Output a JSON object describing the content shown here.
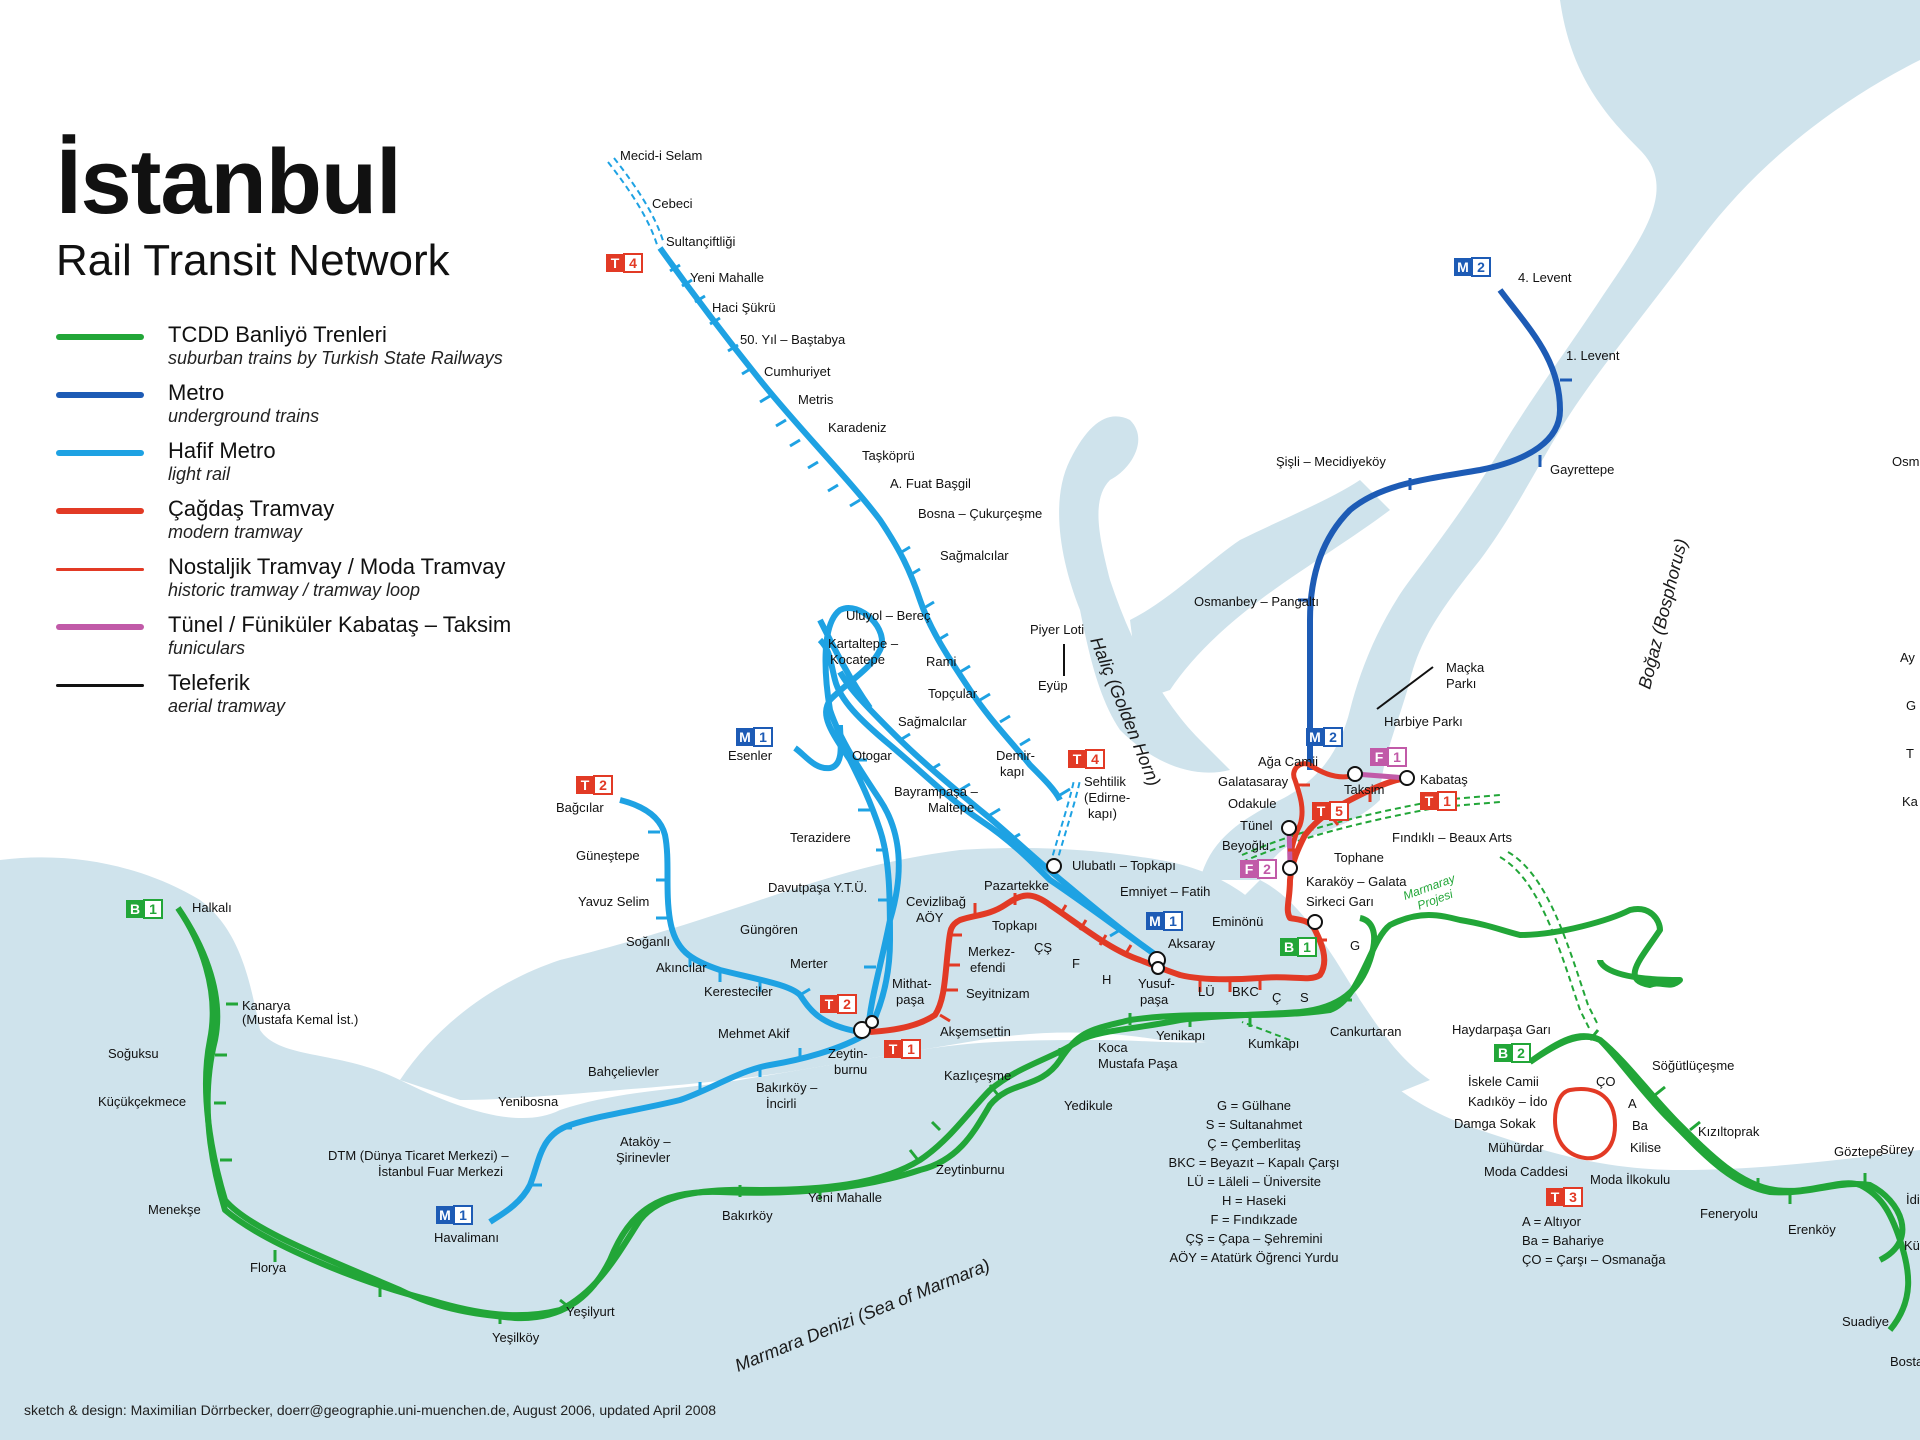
{
  "title": "İstanbul",
  "subtitle": "Rail Transit Network",
  "legend": [
    {
      "name": "TCDD Banliyö Trenleri",
      "desc": "suburban trains by Turkish State Railways",
      "color": "#22a638"
    },
    {
      "name": "Metro",
      "desc": "underground trains",
      "color": "#1d5bb5"
    },
    {
      "name": "Hafif Metro",
      "desc": "light rail",
      "color": "#1ea2e3"
    },
    {
      "name": "Çağdaş Tramvay",
      "desc": "modern tramway",
      "color": "#e23a25"
    },
    {
      "name": "Nostaljik Tramvay / Moda Tramvay",
      "desc": "historic tramway / tramway loop",
      "color": "#e23a25"
    },
    {
      "name": "Tünel / Füniküler Kabataş – Taksim",
      "desc": "funiculars",
      "color": "#c15aa8"
    },
    {
      "name": "Teleferik",
      "desc": "aerial tramway",
      "color": "#111111"
    }
  ],
  "credit": "sketch & design: Maximilian Dörrbecker, doerr@geographie.uni-muenchen.de, August 2006, updated April 2008",
  "water": {
    "bosphorus": "Boğaz (Bosphorus)",
    "golden_horn": "Haliç (Golden Horn)",
    "marmara": "Marmara Denizi (Sea of Marmara)",
    "marmaray": "Marmaray Projesi"
  },
  "badges": {
    "b1a": {
      "letter": "B",
      "num": "1"
    },
    "b1b": {
      "letter": "B",
      "num": "1"
    },
    "b2": {
      "letter": "B",
      "num": "2"
    },
    "m1a": {
      "letter": "M",
      "num": "1"
    },
    "m1b": {
      "letter": "M",
      "num": "1"
    },
    "m1c": {
      "letter": "M",
      "num": "1"
    },
    "m2a": {
      "letter": "M",
      "num": "2"
    },
    "m2b": {
      "letter": "M",
      "num": "2"
    },
    "t1a": {
      "letter": "T",
      "num": "1"
    },
    "t1b": {
      "letter": "T",
      "num": "1"
    },
    "t2a": {
      "letter": "T",
      "num": "2"
    },
    "t2b": {
      "letter": "T",
      "num": "2"
    },
    "t3": {
      "letter": "T",
      "num": "3"
    },
    "t4a": {
      "letter": "T",
      "num": "4"
    },
    "t4b": {
      "letter": "T",
      "num": "4"
    },
    "t5": {
      "letter": "T",
      "num": "5"
    },
    "f1": {
      "letter": "F",
      "num": "1"
    },
    "f2": {
      "letter": "F",
      "num": "2"
    }
  },
  "stations": {
    "halkali": "Halkalı",
    "kanarya": "Kanarya",
    "kanarya2": "(Mustafa Kemal İst.)",
    "soguksu": "Soğuksu",
    "kucukcekmece": "Küçükçekmece",
    "menekse": "Menekşe",
    "florya": "Florya",
    "yesilkoy": "Yeşilköy",
    "yesilyurt": "Yeşilyurt",
    "bakirkoy": "Bakırköy",
    "yenimahalle_b": "Yeni Mahalle",
    "zeytinburnu_b": "Zeytinburnu",
    "kazlicesme": "Kazlıçeşme",
    "yedikule": "Yedikule",
    "koca1": "Koca",
    "koca2": "Mustafa Paşa",
    "yenikapi": "Yenikapı",
    "kumkapi": "Kumkapı",
    "cankurtaran": "Cankurtaran",
    "sirkeci": "Sirkeci Garı",
    "haydarpasa": "Haydarpaşa Garı",
    "sogutlucesme": "Söğütlüçeşme",
    "kiziltoprak": "Kızıltoprak",
    "feneryolu": "Feneryolu",
    "goztepe": "Göztepe",
    "erenkoy": "Erenköy",
    "suadiye": "Suadiye",
    "bosta": "Bosta",
    "surey": "Sürey",
    "idi": "İdi",
    "ku": "Kü",
    "osm": "Osm",
    "ay": "Ay",
    "g": "G",
    "t": "T",
    "ka": "Ka",
    "levent4": "4. Levent",
    "levent1": "1. Levent",
    "gayrettepe": "Gayrettepe",
    "sisli": "Şişli – Mecidiyeköy",
    "osmanbey": "Osmanbey – Pangaltı",
    "taksim": "Taksim",
    "havalimani": "Havalimanı",
    "dtm1": "DTM (Dünya Ticaret Merkezi) –",
    "dtm2": "İstanbul Fuar Merkezi",
    "yenibosna": "Yenibosna",
    "atakoy1": "Ataköy –",
    "atakoy2": "Şirinevler",
    "bahcelievler": "Bahçelievler",
    "bakirkoy_m1": "Bakırköy –",
    "bakirkoy_m2": "İncirli",
    "zeytinburnu1": "Zeytin-",
    "zeytinburnu2": "burnu",
    "merter": "Merter",
    "davutpasa": "Davutpaşa Y.T.Ü.",
    "terazidere": "Terazidere",
    "otogar": "Otogar",
    "esenler": "Esenler",
    "kocatepe1": "Kartaltepe –",
    "kocatepe2": "Kocatepe",
    "sagmalcilar_m": "Sağmalcılar",
    "bayrampasa1": "Bayrampaşa –",
    "bayrampasa2": "Maltepe",
    "topcular": "Topçular",
    "rami": "Rami",
    "uluyol": "Uluyol – Bereç",
    "sagmalcilar": "Sağmalcılar",
    "bosna": "Bosna – Çukurçeşme",
    "fuat": "A. Fuat Başgil",
    "taskopru": "Taşköprü",
    "karadeniz": "Karadeniz",
    "metris": "Metris",
    "cumhuriyet": "Cumhuriyet",
    "bastabya": "50. Yıl – Baştabya",
    "haci": "Haci Şükrü",
    "yenimahalle_t4": "Yeni Mahalle",
    "sultanciftligi": "Sultançiftliği",
    "cebeci": "Cebeci",
    "mecidiselam": "Mecid-i Selam",
    "demirkapi1": "Demir-",
    "demirkapi2": "kapı",
    "sehitlik1": "Sehtilik",
    "sehitlik2": "(Edirne-",
    "sehitlik3": "kapı)",
    "ulubatli": "Ulubatlı – Topkapı",
    "emniyet": "Emniyet – Fatih",
    "aksaray": "Aksaray",
    "yusufpasa1": "Yusuf-",
    "yusufpasa2": "paşa",
    "bagcilar": "Bağcılar",
    "gunestepe": "Güneştepe",
    "yavuzselim": "Yavuz Selim",
    "soganli": "Soğanlı",
    "akincilar": "Akıncılar",
    "gungoren": "Güngören",
    "keresteciler": "Keresteciler",
    "mehmetakif": "Mehmet Akif",
    "mithatpasa1": "Mithat-",
    "mithatpasa2": "paşa",
    "aksemsettin": "Akşemsettin",
    "seyitnizam": "Seyitnizam",
    "merkezefendi1": "Merkez-",
    "merkezefendi2": "efendi",
    "cevizlibag1": "Cevizlibağ",
    "cevizlibag2": "AÖY",
    "pazartekke": "Pazartekke",
    "topkapi": "Topkapı",
    "cs": "ÇŞ",
    "f": "F",
    "h": "H",
    "lu": "LÜ",
    "bkc": "BKC",
    "c": "Ç",
    "s": "S",
    "gl": "G",
    "eminonu": "Eminönü",
    "karakoy": "Karaköy – Galata",
    "tophane": "Tophane",
    "findikli": "Fındıklı – Beaux Arts",
    "kabatas": "Kabataş",
    "agacamii": "Ağa Camii",
    "galatasaray": "Galatasaray",
    "odakule": "Odakule",
    "tunel": "Tünel",
    "beyoglu": "Beyoğlu",
    "harbiye": "Harbiye Parkı",
    "macka1": "Maçka",
    "macka2": "Parkı",
    "piyerloti": "Piyer Loti",
    "eyup": "Eyüp",
    "iskele": "İskele Camii",
    "kadikoy": "Kadıköy – İdo",
    "damga": "Damga Sokak",
    "muhurdar": "Mühürdar",
    "moda": "Moda Caddesi",
    "modailk": "Moda İlkokulu",
    "co": "ÇO",
    "a": "A",
    "ba": "Ba",
    "kilise": "Kilise"
  },
  "abbr_t1": [
    "G = Gülhane",
    "S = Sultanahmet",
    "Ç = Çemberlitaş",
    "BKC = Beyazıt – Kapalı Çarşı",
    "LÜ = Läleli – Üniversite",
    "H = Haseki",
    "F = Fındıkzade",
    "ÇŞ = Çapa – Şehremini",
    "AÖY = Atatürk Öğrenci Yurdu"
  ],
  "abbr_t3": [
    "A = Altıyor",
    "Ba = Bahariye",
    "ÇO = Çarşı – Osmanağa"
  ]
}
